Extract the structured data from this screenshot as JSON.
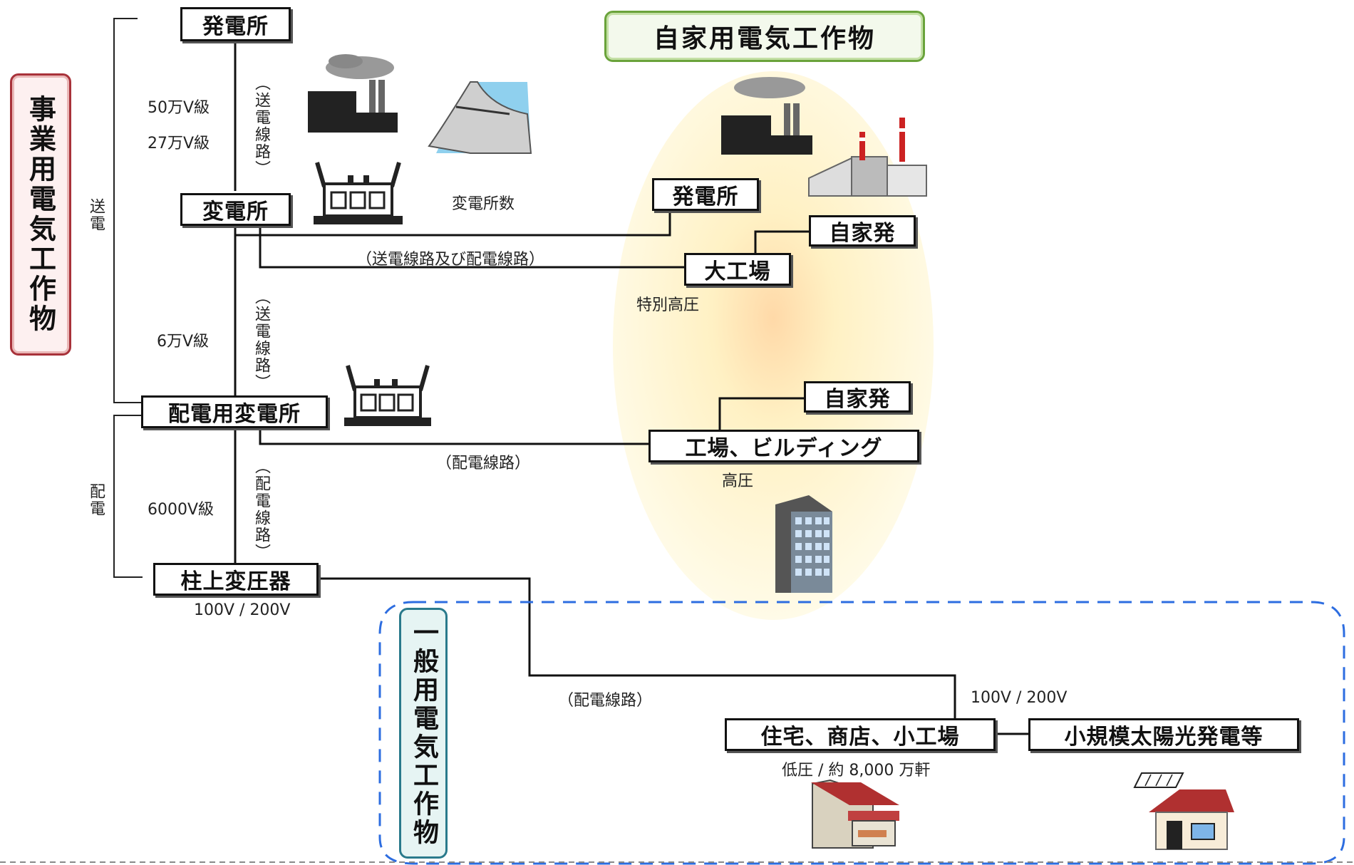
{
  "categories": {
    "business": "事業用電気工作物",
    "self_use": "自家用電気工作物",
    "general": "一般用電気工作物"
  },
  "segments": {
    "transmission": "送電",
    "distribution": "配電"
  },
  "nodes": {
    "power_plant": "発電所",
    "substation": "変電所",
    "distribution_substation": "配電用変電所",
    "pole_transformer": "柱上変圧器",
    "self_power_plant": "発電所",
    "self_generation_1": "自家発",
    "large_factory": "大工場",
    "self_generation_2": "自家発",
    "factory_building": "工場、ビルディング",
    "residential": "住宅、商店、小工場",
    "small_solar": "小規模太陽光発電等"
  },
  "voltages": {
    "v500k": "50万V級",
    "v270k": "27万V級",
    "v60k": "6万V級",
    "v6000": "6000V級",
    "pole_out": "100V / 200V",
    "residential_in": "100V / 200V"
  },
  "line_labels": {
    "trans_line_1": "（送電線路）",
    "trans_line_2": "（送電線路）",
    "dist_line_vertical": "（配電線路）",
    "trans_and_dist": "（送電線路及び配電線路）",
    "dist_line_factory": "（配電線路）",
    "dist_line_residential": "（配電線路）"
  },
  "notes": {
    "substation_count": "変電所数",
    "extra_high_voltage": "特別高圧",
    "high_voltage": "高圧",
    "low_voltage": "低圧 / 約 8,000 万軒"
  },
  "colors": {
    "business_border": "#a8323a",
    "business_fill": "#fdf0f0",
    "self_use_border": "#6aa33b",
    "self_use_fill": "#f3f9ec",
    "general_border": "#2a7a8c",
    "general_fill": "#e6f4f3",
    "dashed_region": "#2d6de0",
    "ellipse_glow": "#fff1b8"
  },
  "icons": [
    "factory-icon",
    "dam-icon",
    "transformer-icon",
    "building-icon",
    "house-icon",
    "solar-house-icon",
    "shop-icon"
  ]
}
